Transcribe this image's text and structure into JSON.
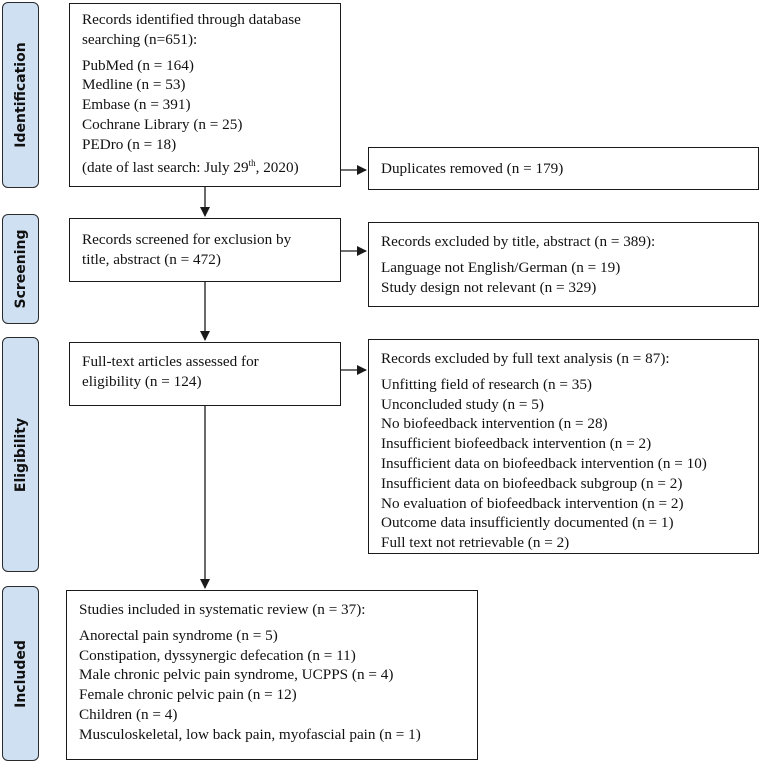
{
  "phases": {
    "identification": "Identification",
    "screening": "Screening",
    "eligibility": "Eligibility",
    "included": "Included"
  },
  "identified": {
    "line1": "Records identified through database",
    "line2": "searching (n=651):",
    "sources": [
      "PubMed (n = 164)",
      "Medline (n = 53)",
      "Embase (n = 391)",
      "Cochrane Library (n = 25)",
      "PEDro (n = 18)"
    ],
    "date_before": "(date of last search: July 29",
    "date_sup": "th",
    "date_after": ", 2020)"
  },
  "duplicates": "Duplicates removed (n = 179)",
  "screened": {
    "line1": "Records screened for exclusion by",
    "line2": "title, abstract (n = 472)"
  },
  "excluded_title": {
    "header": "Records excluded by title, abstract (n = 389):",
    "items": [
      "Language not English/German (n = 19)",
      "Study design not relevant (n = 329)"
    ]
  },
  "fulltext": {
    "line1": "Full-text articles assessed for",
    "line2": "eligibility (n = 124)"
  },
  "excluded_fulltext": {
    "header": "Records excluded by full text analysis (n = 87):",
    "items": [
      "Unfitting field of research (n = 35)",
      "Unconcluded study (n = 5)",
      "No biofeedback intervention (n = 28)",
      "Insufficient biofeedback intervention (n = 2)",
      "Insufficient data on biofeedback intervention (n = 10)",
      "Insufficient data on biofeedback subgroup (n = 2)",
      "No evaluation of biofeedback intervention (n = 2)",
      "Outcome data insufficiently documented (n = 1)",
      "Full text not retrievable (n = 2)"
    ]
  },
  "included": {
    "header": "Studies included in systematic review (n = 37):",
    "items": [
      "Anorectal pain syndrome (n = 5)",
      "Constipation, dyssynergic defecation (n = 11)",
      "Male chronic pelvic pain syndrome, UCPPS (n = 4)",
      "Female chronic pelvic pain (n = 12)",
      "Children (n = 4)",
      "Musculoskeletal, low back pain, myofascial pain (n = 1)"
    ]
  },
  "colors": {
    "phase_fill": "#cfe0f3",
    "border": "#1a1a1a",
    "arrow": "#1a1a1a"
  }
}
